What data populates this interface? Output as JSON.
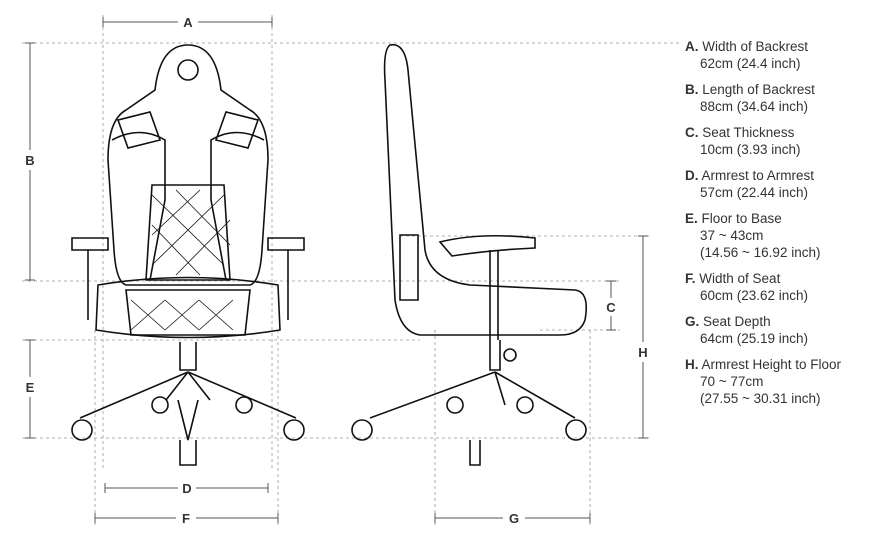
{
  "dimension_labels": {
    "A": "A",
    "B": "B",
    "C": "C",
    "D": "D",
    "E": "E",
    "F": "F",
    "G": "G",
    "H": "H"
  },
  "specs": [
    {
      "key": "A.",
      "name": "Width of Backrest",
      "values": [
        "62cm (24.4 inch)"
      ]
    },
    {
      "key": "B.",
      "name": "Length of Backrest",
      "values": [
        "88cm (34.64 inch)"
      ]
    },
    {
      "key": "C.",
      "name": "Seat Thickness",
      "values": [
        "10cm (3.93 inch)"
      ]
    },
    {
      "key": "D.",
      "name": "Armrest to Armrest",
      "values": [
        "57cm (22.44 inch)"
      ]
    },
    {
      "key": "E.",
      "name": "Floor to Base",
      "values": [
        "37 ~ 43cm",
        "(14.56 ~ 16.92 inch)"
      ]
    },
    {
      "key": "F.",
      "name": "Width of Seat",
      "values": [
        "60cm (23.62 inch)"
      ]
    },
    {
      "key": "G.",
      "name": "Seat Depth",
      "values": [
        "64cm (25.19 inch)"
      ]
    },
    {
      "key": "H.",
      "name": "Armrest Height to Floor",
      "values": [
        "70 ~ 77cm",
        "(27.55 ~ 30.31 inch)"
      ]
    }
  ]
}
